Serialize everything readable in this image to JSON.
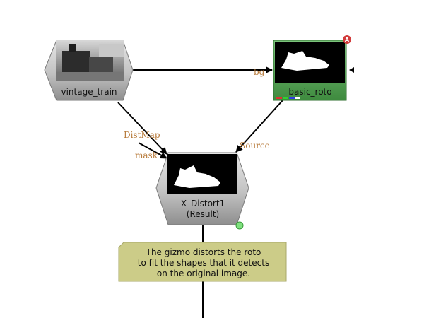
{
  "nodes": {
    "vintage_train": {
      "label": "vintage_train"
    },
    "basic_roto": {
      "label": "basic_roto",
      "badge": "A"
    },
    "x_distort": {
      "label_line1": "X_Distort1",
      "label_line2": "(Result)"
    }
  },
  "edges": {
    "bg": "bg",
    "distmap": "DistMap",
    "mask": "mask",
    "source": "Source"
  },
  "note": {
    "line1": "The gizmo distorts the roto",
    "line2": "to fit the shapes that it detects",
    "line3": "on the original image."
  },
  "colors": {
    "roto_node": "#5aa05a",
    "note_bg": "#cccc88",
    "edge_label": "#b77a3a",
    "badge": "#d23c3c"
  }
}
